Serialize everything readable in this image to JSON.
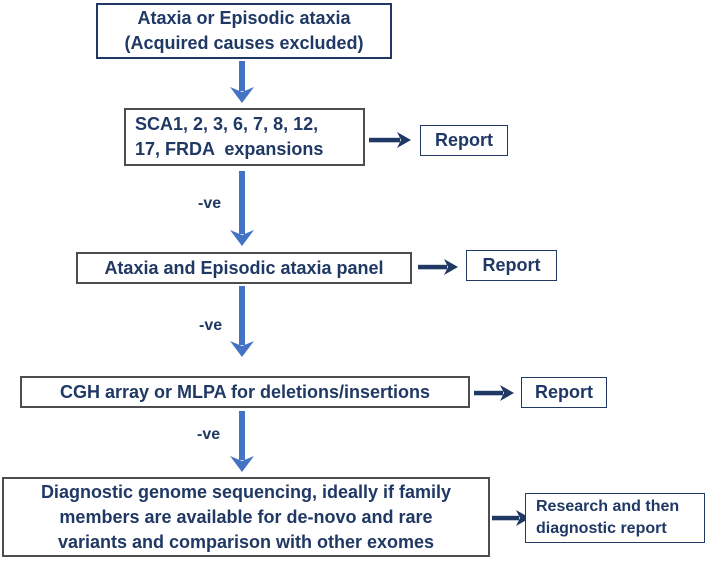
{
  "colors": {
    "navy_text_and_borders": "#1F3864",
    "vertical_arrow_blue": "#4472C4",
    "process_box_border_gray": "#4D4D4D",
    "background": "#FFFFFF"
  },
  "flowchart": {
    "node_start": {
      "line1": "Ataxia or Episodic ataxia",
      "line2": "(Acquired causes excluded)"
    },
    "node_expansions": {
      "line1": "SCA1, 2, 3, 6, 7, 8, 12,",
      "line2": "17, FRDA  expansions"
    },
    "node_panel": {
      "label": "Ataxia and Episodic ataxia panel"
    },
    "node_cgh": {
      "label": "CGH array or MLPA for deletions/insertions"
    },
    "node_genome": {
      "line1": "Diagnostic genome sequencing, ideally if family",
      "line2": "members are available for de-novo and rare",
      "line3": "variants and comparison with other exomes"
    },
    "node_report_expansions": {
      "label": "Report"
    },
    "node_report_panel": {
      "label": "Report"
    },
    "node_report_cgh": {
      "label": "Report"
    },
    "node_report_genome": {
      "line1": "Research and then",
      "line2": "diagnostic report"
    },
    "edge_negative_label": "-ve"
  }
}
